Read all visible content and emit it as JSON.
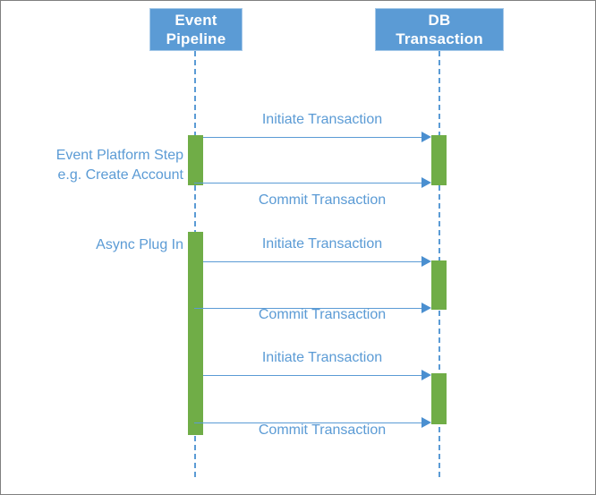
{
  "diagram": {
    "type": "sequence-diagram",
    "colors": {
      "participant_fill": "#5B9BD5",
      "participant_text": "#FFFFFF",
      "activation_fill": "#70AD47",
      "message_color": "#5B9BD5",
      "lifeline_color": "#5B9BD5",
      "annotation_color": "#5B9BD5",
      "border": "#808080",
      "background": "#FFFFFF"
    },
    "participants": [
      {
        "id": "event-pipeline",
        "label": "Event\nPipeline"
      },
      {
        "id": "db-transaction",
        "label": "DB\nTransaction"
      }
    ],
    "annotations": [
      {
        "id": "event-platform-step",
        "text": "Event Platform Step\ne.g. Create Account"
      },
      {
        "id": "async-plug-in",
        "text": "Async Plug In"
      }
    ],
    "messages": [
      {
        "id": "m1",
        "label": "Initiate Transaction",
        "from": "event-pipeline",
        "to": "db-transaction",
        "direction": "right"
      },
      {
        "id": "m2",
        "label": "Commit Transaction",
        "from": "event-pipeline",
        "to": "db-transaction",
        "direction": "right"
      },
      {
        "id": "m3",
        "label": "Initiate Transaction",
        "from": "event-pipeline",
        "to": "db-transaction",
        "direction": "right"
      },
      {
        "id": "m4",
        "label": "Commit Transaction",
        "from": "event-pipeline",
        "to": "db-transaction",
        "direction": "right"
      },
      {
        "id": "m5",
        "label": "Initiate Transaction",
        "from": "event-pipeline",
        "to": "db-transaction",
        "direction": "right"
      },
      {
        "id": "m6",
        "label": "Commit Transaction",
        "from": "event-pipeline",
        "to": "db-transaction",
        "direction": "right"
      }
    ]
  }
}
